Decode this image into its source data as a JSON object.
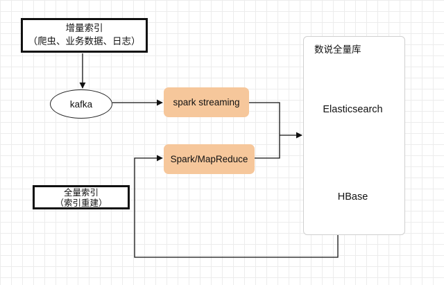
{
  "diagram": {
    "incremental_index": {
      "line1": "增量索引",
      "line2": "（爬虫、业务数据、日志）"
    },
    "full_index": {
      "line1": "全量索引",
      "line2": "（索引重建）"
    },
    "kafka": "kafka",
    "spark_streaming": "spark streaming",
    "spark_mapreduce": "Spark/MapReduce",
    "storage_title": "数说全量库",
    "databases": [
      "Elasticsearch",
      "HBase"
    ],
    "colors": {
      "process_fill": "#f6c79b",
      "database_fill": "#8f6fc7",
      "line": "#111111",
      "grid": "#ececec"
    }
  }
}
